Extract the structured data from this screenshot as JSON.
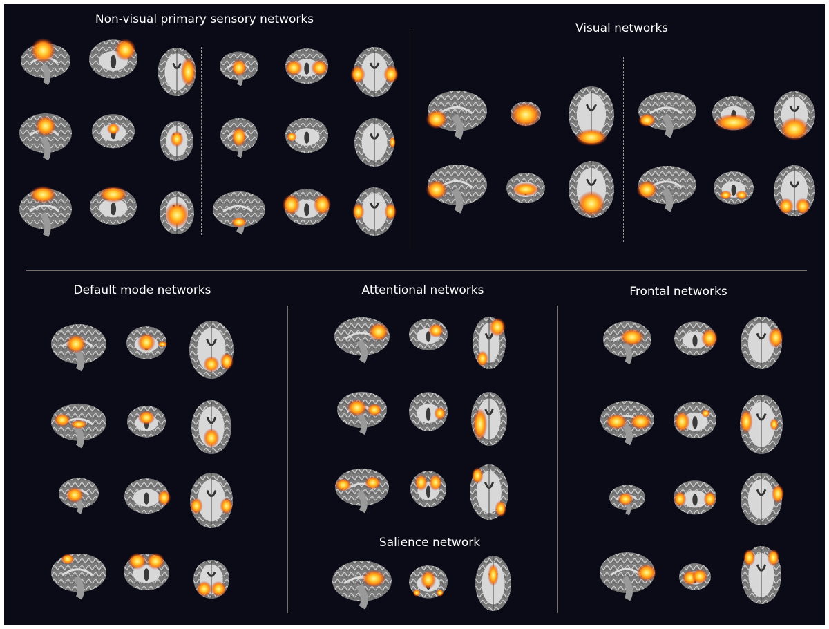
{
  "titles": {
    "nonvisual": "Non-visual primary sensory networks",
    "visual": "Visual networks",
    "dmn": "Default mode networks",
    "attentional": "Attentional networks",
    "salience": "Salience network",
    "frontal": "Frontal networks"
  },
  "colors": {
    "background": "#0b0b18",
    "cortex": "#8a8a8a",
    "white_matter": "#e6e6e6",
    "activation_core": "#fff36a",
    "activation_mid": "#ff9a1a",
    "activation_edge": "#c8220a",
    "separator": "#77706a"
  },
  "icons": {
    "sagittal": "brain-sagittal-slice",
    "coronal": "brain-coronal-slice",
    "axial": "brain-axial-slice"
  }
}
